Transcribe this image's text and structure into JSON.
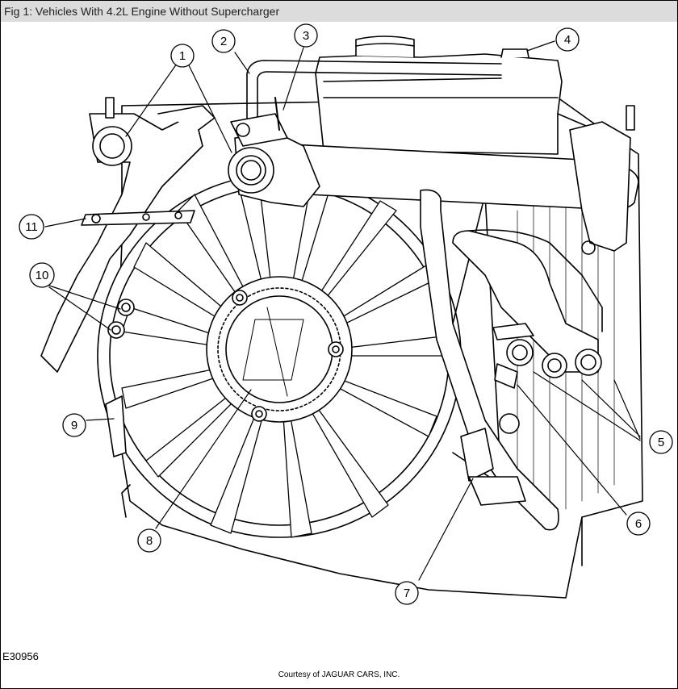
{
  "figure": {
    "title": "Fig 1: Vehicles With 4.2L Engine Without Supercharger",
    "figure_code": "E30956",
    "courtesy": "Courtesy of JAGUAR CARS, INC."
  },
  "callouts": [
    "1",
    "2",
    "3",
    "4",
    "5",
    "6",
    "7",
    "8",
    "9",
    "10",
    "11"
  ]
}
